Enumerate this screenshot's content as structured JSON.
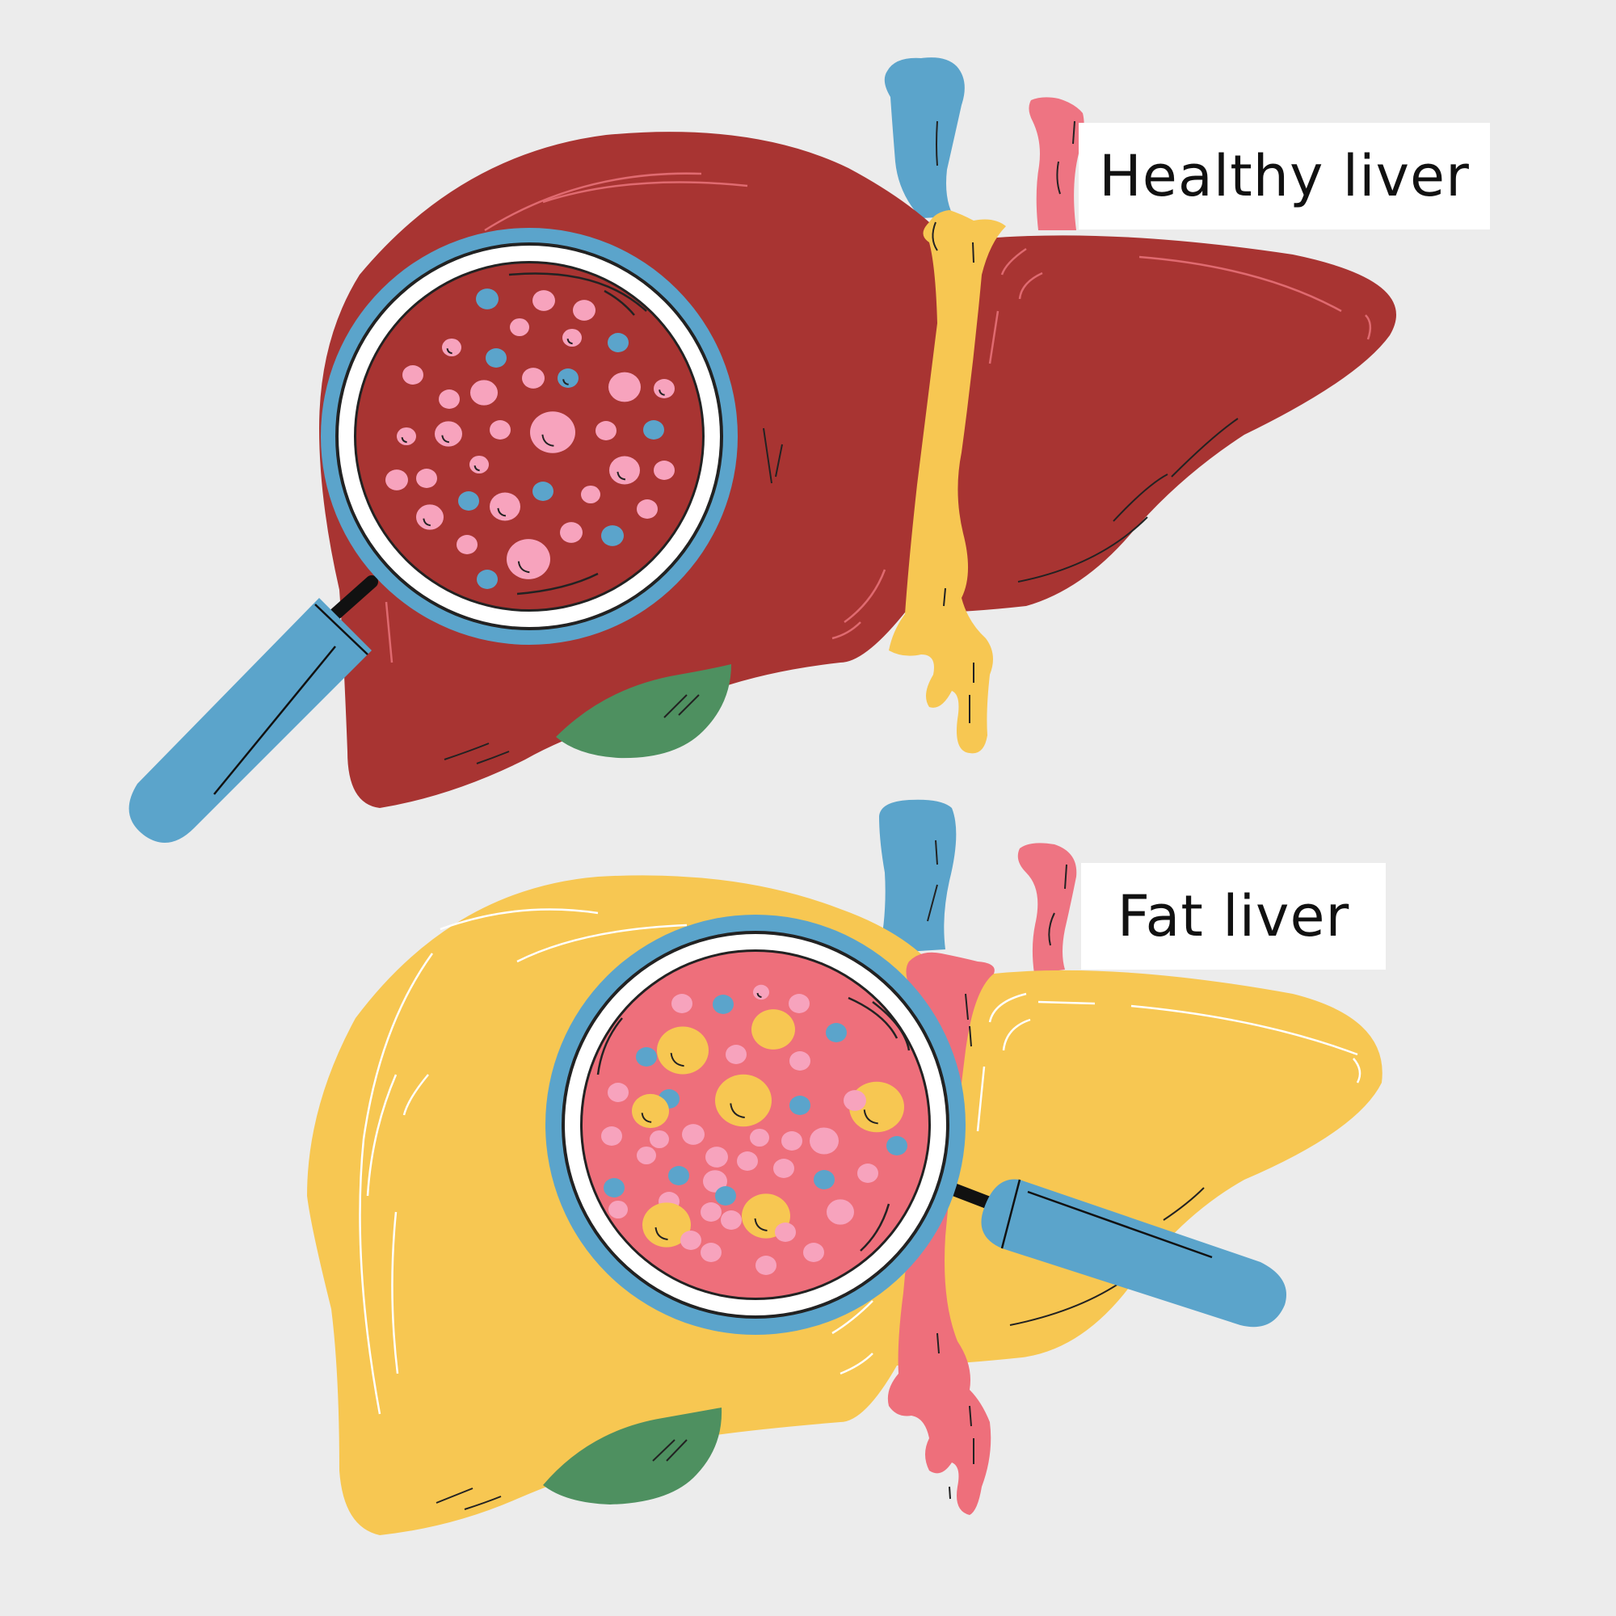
{
  "labels": {
    "healthy": "Healthy liver",
    "fat": "Fat liver"
  },
  "panels": [
    {
      "id": "healthy",
      "liver_color": "#a83432",
      "bile_duct_color": "#f7c752",
      "lens_fill_color": "#a83432",
      "vessel_colors": {
        "vein": "#5ba4cb",
        "artery": "#ee7482"
      },
      "gallbladder_color": "#4e9060",
      "cells": {
        "types": [
          "pink-hepatocyte",
          "blue-cell"
        ]
      }
    },
    {
      "id": "fat",
      "liver_color": "#f7c752",
      "bile_duct_color": "#ee6f7b",
      "lens_fill_color": "#ee6f7b",
      "vessel_colors": {
        "vein": "#5ba4cb",
        "artery": "#ee7482"
      },
      "gallbladder_color": "#4e9060",
      "cells": {
        "types": [
          "pink-hepatocyte",
          "blue-cell",
          "yellow-fat-droplet"
        ]
      }
    }
  ],
  "icons": [
    "magnifying-glass-icon"
  ]
}
